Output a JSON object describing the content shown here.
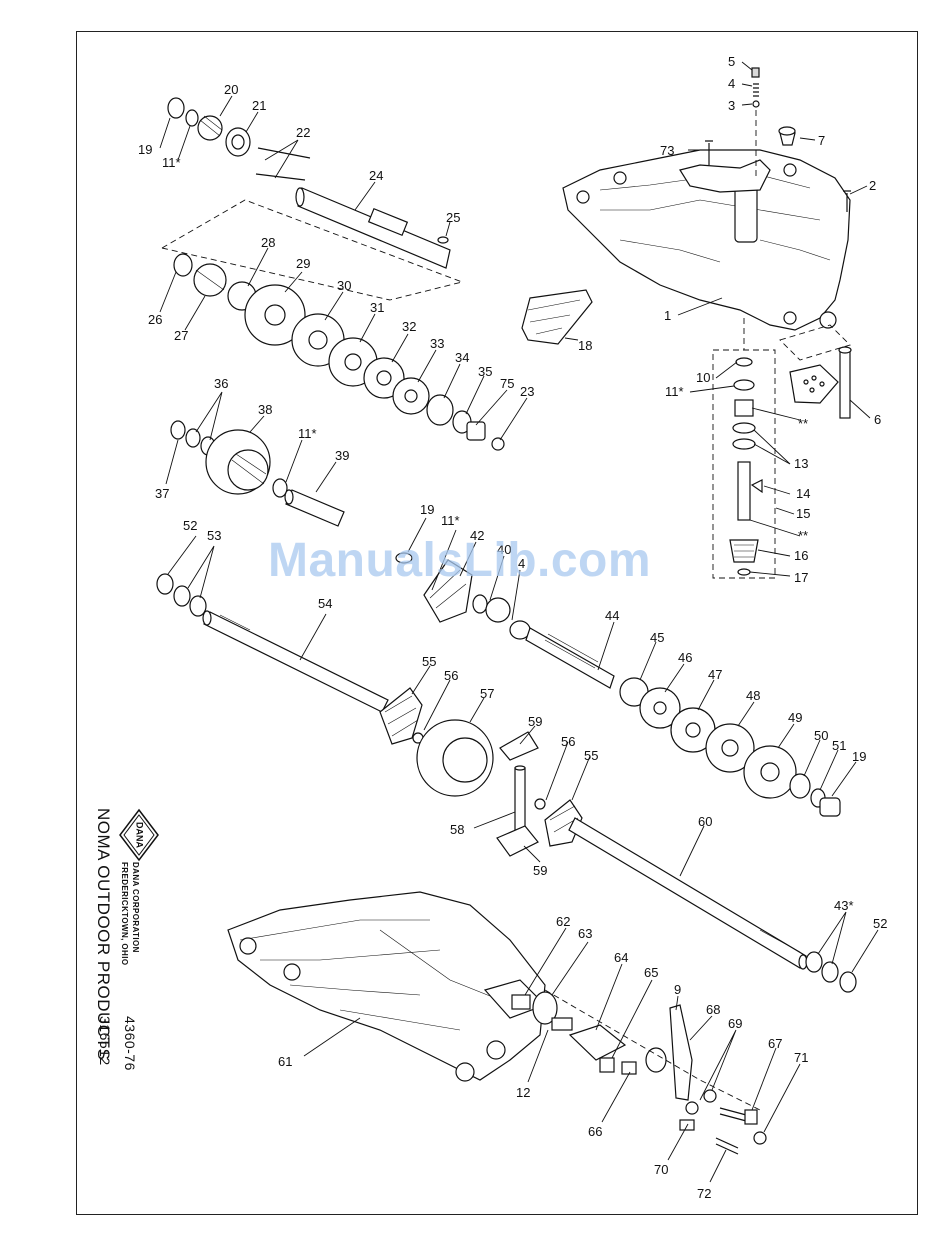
{
  "page": {
    "watermark": "ManualsLib.com",
    "manufacturer_line1": "DANA CORPORATION",
    "manufacturer_line2": "FREDERICKTOWN, OHIO",
    "company": "NOMA OUTDOOR PRODUCTS",
    "doc_number": "4360-76",
    "part_number": "316512",
    "logo_text": "DANA"
  },
  "labels": [
    "5",
    "4",
    "3",
    "73",
    "7",
    "2",
    "1",
    "20",
    "21",
    "22",
    "19",
    "11*",
    "24",
    "25",
    "26",
    "27",
    "28",
    "29",
    "30",
    "31",
    "32",
    "33",
    "34",
    "35",
    "75",
    "23",
    "18",
    "10",
    "11*",
    "**",
    "13",
    "14",
    "15",
    "**",
    "16",
    "17",
    "6",
    "36",
    "38",
    "11*",
    "37",
    "39",
    "52",
    "53",
    "19",
    "11*",
    "42",
    "40",
    "4",
    "54",
    "44",
    "45",
    "46",
    "47",
    "48",
    "49",
    "50",
    "51",
    "19",
    "55",
    "56",
    "57",
    "59",
    "56",
    "55",
    "58",
    "59",
    "60",
    "43*",
    "52",
    "62",
    "63",
    "64",
    "65",
    "9",
    "68",
    "69",
    "67",
    "71",
    "61",
    "12",
    "66",
    "70",
    "72"
  ]
}
